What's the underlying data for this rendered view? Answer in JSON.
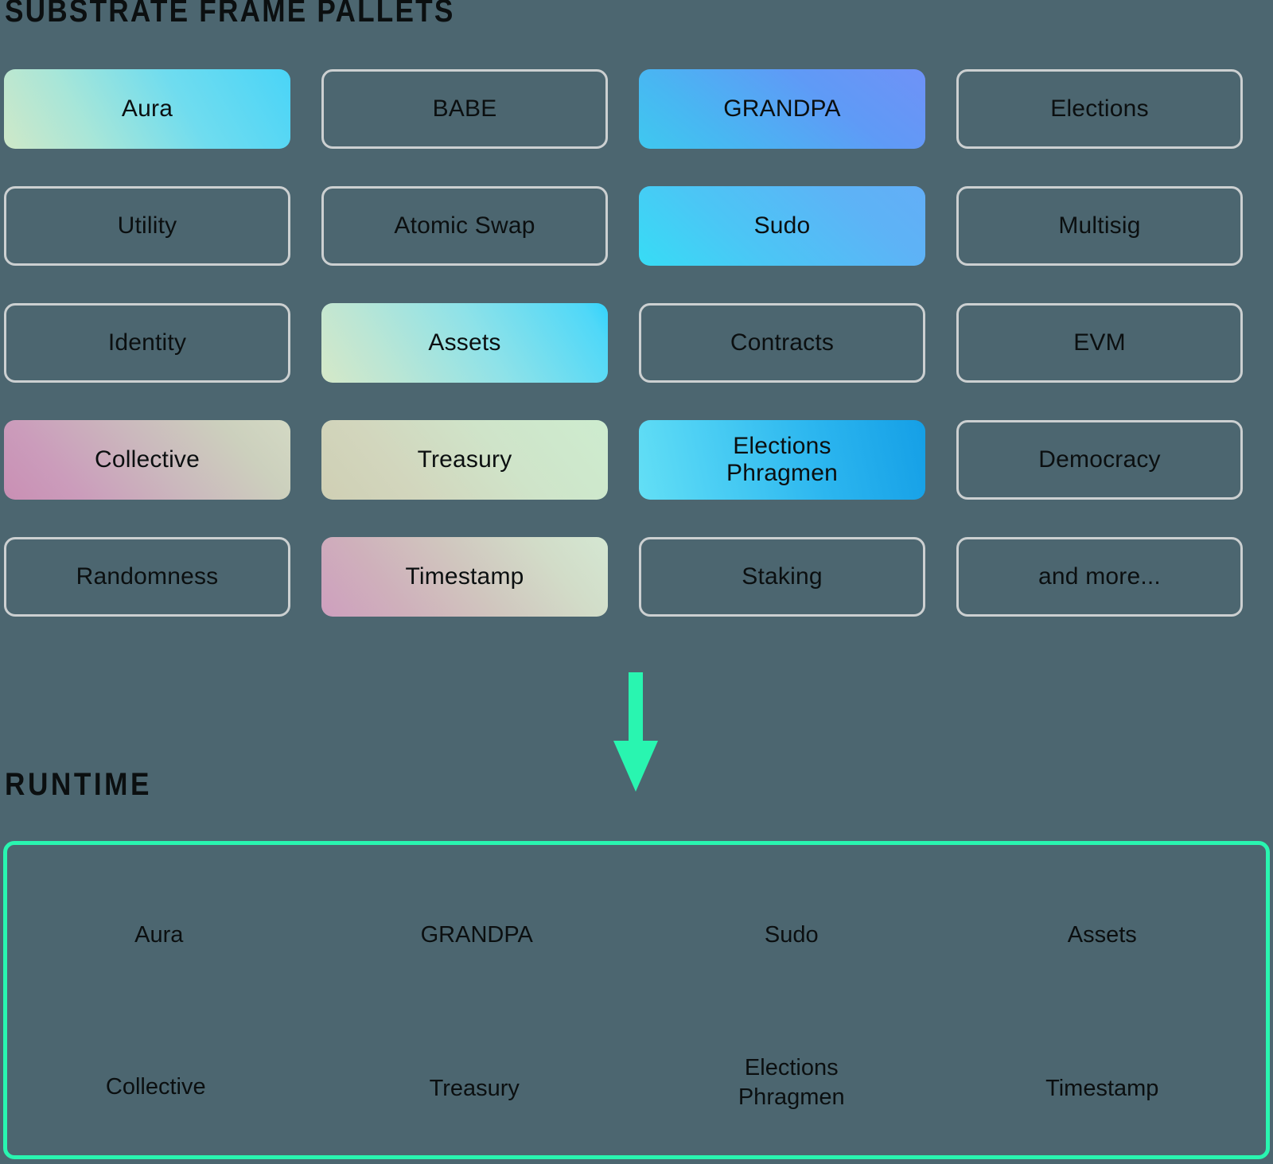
{
  "theme": {
    "background": "#4c6670",
    "outline_border": "#ccd0d1",
    "text": "#0b0f10",
    "accent_green": "#29f5b0"
  },
  "sections": {
    "pallets_title": "SUBSTRATE FRAME PALLETS",
    "runtime_title": "RUNTIME"
  },
  "pallets": [
    {
      "label": "Aura",
      "style": "filled",
      "fill": "fill-aura"
    },
    {
      "label": "BABE",
      "style": "outline",
      "fill": ""
    },
    {
      "label": "GRANDPA",
      "style": "filled",
      "fill": "fill-grandpa"
    },
    {
      "label": "Elections",
      "style": "outline",
      "fill": ""
    },
    {
      "label": "Utility",
      "style": "outline",
      "fill": ""
    },
    {
      "label": "Atomic Swap",
      "style": "outline",
      "fill": ""
    },
    {
      "label": "Sudo",
      "style": "filled",
      "fill": "fill-sudo"
    },
    {
      "label": "Multisig",
      "style": "outline",
      "fill": ""
    },
    {
      "label": "Identity",
      "style": "outline",
      "fill": ""
    },
    {
      "label": "Assets",
      "style": "filled",
      "fill": "fill-assets"
    },
    {
      "label": "Contracts",
      "style": "outline",
      "fill": ""
    },
    {
      "label": "EVM",
      "style": "outline",
      "fill": ""
    },
    {
      "label": "Collective",
      "style": "filled",
      "fill": "fill-collective"
    },
    {
      "label": "Treasury",
      "style": "filled",
      "fill": "fill-treasury"
    },
    {
      "label": "Elections\nPhragmen",
      "style": "filled",
      "fill": "fill-elections-phragmen"
    },
    {
      "label": "Democracy",
      "style": "outline",
      "fill": ""
    },
    {
      "label": "Randomness",
      "style": "outline",
      "fill": ""
    },
    {
      "label": "Timestamp",
      "style": "filled",
      "fill": "fill-timestamp"
    },
    {
      "label": "Staking",
      "style": "outline",
      "fill": ""
    },
    {
      "label": "and more...",
      "style": "outline",
      "fill": ""
    }
  ],
  "arrow": {
    "direction": "down",
    "color": "#29f5b0"
  },
  "runtime_items": [
    {
      "label": "Aura"
    },
    {
      "label": "GRANDPA"
    },
    {
      "label": "Sudo"
    },
    {
      "label": "Assets"
    },
    {
      "label": "Collective"
    },
    {
      "label": "Treasury"
    },
    {
      "label": "Elections\nPhragmen"
    },
    {
      "label": "Timestamp"
    }
  ]
}
